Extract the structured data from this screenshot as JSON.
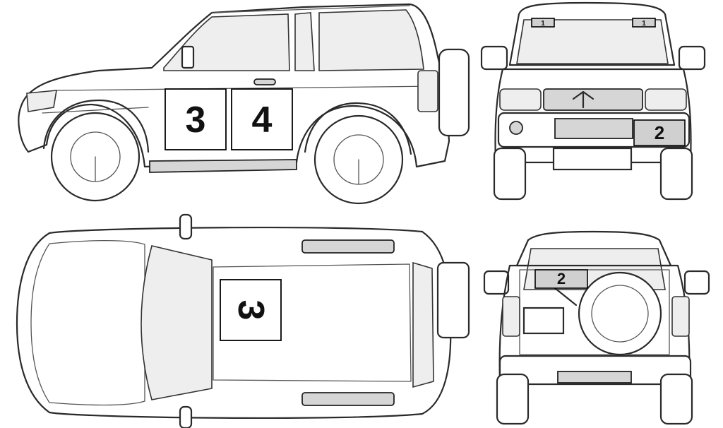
{
  "decals": {
    "side_front_door": "3",
    "side_rear_panel": "4",
    "front_bumper": "2",
    "roof": "3",
    "rear_window": "2",
    "windshield_left": "1",
    "windshield_right": "1"
  }
}
